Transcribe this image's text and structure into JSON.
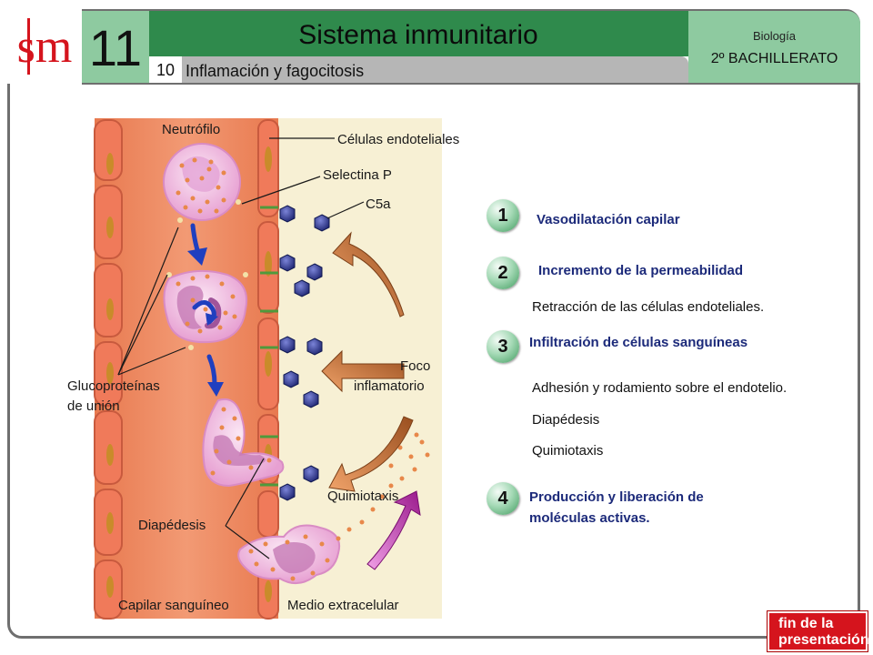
{
  "header": {
    "logo": "sm",
    "unit_number": "11",
    "title": "Sistema inmunitario",
    "section_number": "10",
    "section_title": "Inflamación y fagocitosis",
    "subject": "Biología",
    "course": "2º BACHILLERATO"
  },
  "diagram": {
    "labels": {
      "neutrofilo": "Neutrófilo",
      "celulas_endoteliales": "Células endoteliales",
      "selectina_p": "Selectina P",
      "c5a": "C5a",
      "foco_line1": "Foco",
      "foco_line2": "inflamatorio",
      "glucoproteinas_line1": "Glucoproteínas",
      "glucoproteinas_line2": "de unión",
      "quimiotaxis": "Quimiotaxis",
      "diapedesis": "Diapédesis",
      "capilar": "Capilar sanguíneo",
      "medio": "Medio extracelular"
    }
  },
  "steps": [
    {
      "number": "1",
      "title": "Vasodilatación capilar"
    },
    {
      "number": "2",
      "title": "Incremento de la permeabilidad",
      "details": [
        "Retracción de las células endoteliales."
      ]
    },
    {
      "number": "3",
      "title": "Infiltración de células sanguíneas",
      "details": [
        "Adhesión y rodamiento sobre el endotelio.",
        "Diapédesis",
        "Quimiotaxis"
      ]
    },
    {
      "number": "4",
      "title_line1": "Producción y liberación de",
      "title_line2": "moléculas activas."
    }
  ],
  "footer": {
    "button_line1": "fin de la",
    "button_line2": "presentación"
  },
  "colors": {
    "header_green": "#2f8a4c",
    "light_green": "#8ecaa0",
    "step_title": "#1c2a7a",
    "button_red": "#d5141d"
  }
}
